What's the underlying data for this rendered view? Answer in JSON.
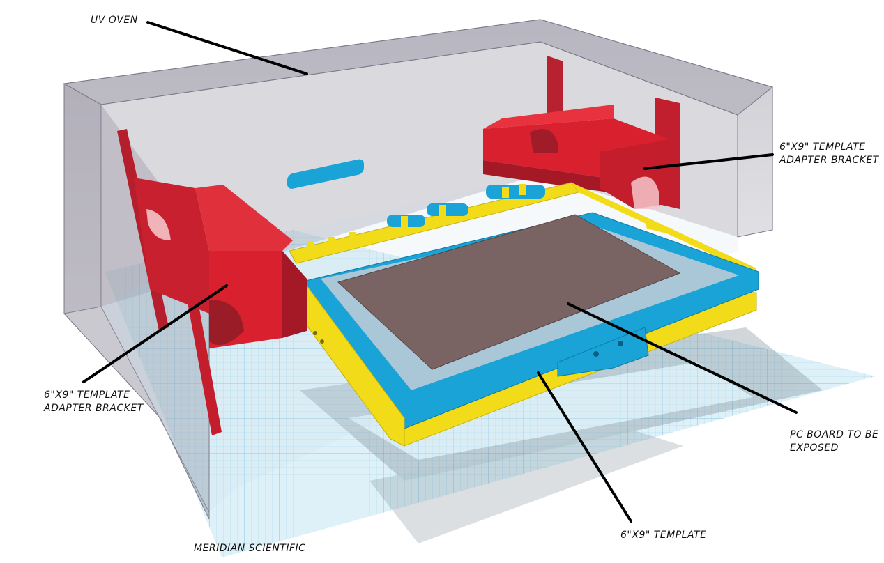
{
  "labels": {
    "uv_oven": "UV OVEN",
    "bracket_right": {
      "line1": "6\"X9\" TEMPLATE",
      "line2": "ADAPTER BRACKET"
    },
    "bracket_left": {
      "line1": "6\"X9\" TEMPLATE",
      "line2": "ADAPTER BRACKET"
    },
    "pc_board": {
      "line1": "PC BOARD TO BE",
      "line2": "EXPOSED"
    },
    "template": "6\"X9\" TEMPLATE",
    "credit": "MERIDIAN SCIENTIFIC"
  },
  "colors": {
    "oven": "#9e9aa6",
    "bracket": "#d8202f",
    "frame_yellow": "#f2dc1a",
    "frame_blue": "#1aa3d6",
    "board": "#6d4e4c",
    "grid": "#9fd6ea",
    "leader": "#000000"
  }
}
